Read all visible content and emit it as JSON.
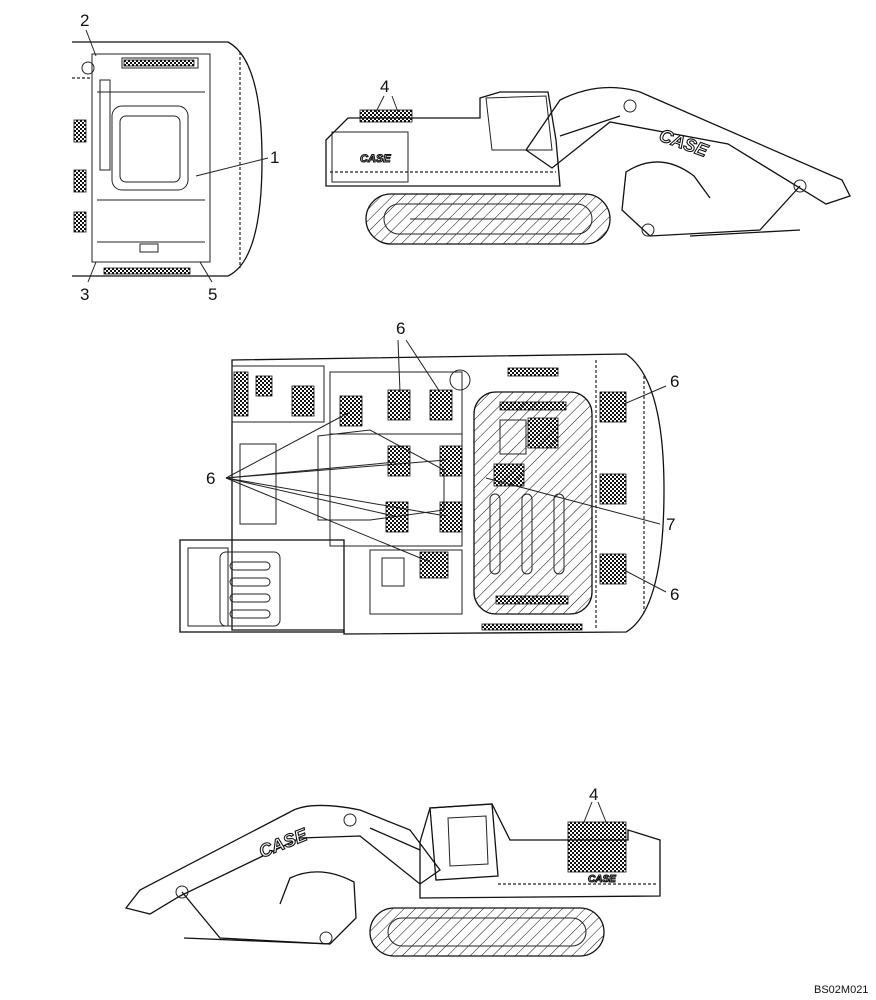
{
  "callouts": {
    "c1": "1",
    "c2": "2",
    "c3": "3",
    "c4_right": "4",
    "c5": "5",
    "c6_top": "6",
    "c6_left": "6",
    "c6_right_top": "6",
    "c6_right_bottom": "6",
    "c7": "7",
    "c4_bottom": "4"
  },
  "brand": {
    "top_boom": "CASE",
    "top_counterweight": "CASE",
    "bottom_boom": "CASE",
    "bottom_counterweight": "CASE"
  },
  "drawing_ref": "BS02M021",
  "colors": {
    "ink": "#111111",
    "paper": "#ffffff"
  }
}
